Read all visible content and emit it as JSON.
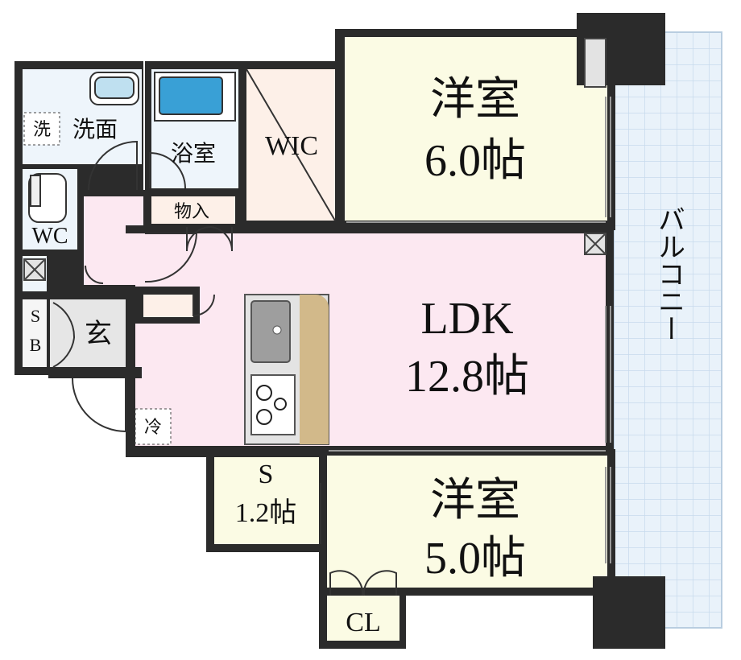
{
  "rooms": {
    "western_room_1": {
      "name": "洋室",
      "size": "6.0帖"
    },
    "western_room_2": {
      "name": "洋室",
      "size": "5.0帖"
    },
    "ldk": {
      "name": "LDK",
      "size": "12.8帖"
    },
    "storage_s": {
      "name": "S",
      "size": "1.2帖"
    },
    "wic": "WIC",
    "washroom": "洗面",
    "bathroom": "浴室",
    "toilet": "WC",
    "storeroom": "物入",
    "entrance": "玄",
    "shoe_box": {
      "line1": "S",
      "line2": "B"
    },
    "closet": "CL",
    "balcony": "バルコニー"
  },
  "markers": {
    "washer": "洗",
    "fridge": "冷"
  },
  "colors": {
    "wall": "#2b2b2b",
    "western_room": "#fbfbe4",
    "ldk": "#fce8f1",
    "wet_area": "#eef5fb",
    "wic": "#fdf0e8",
    "entrance": "#e6e6e6",
    "balcony_grid": "#cfe0ee",
    "counter": "#d2b98a"
  }
}
